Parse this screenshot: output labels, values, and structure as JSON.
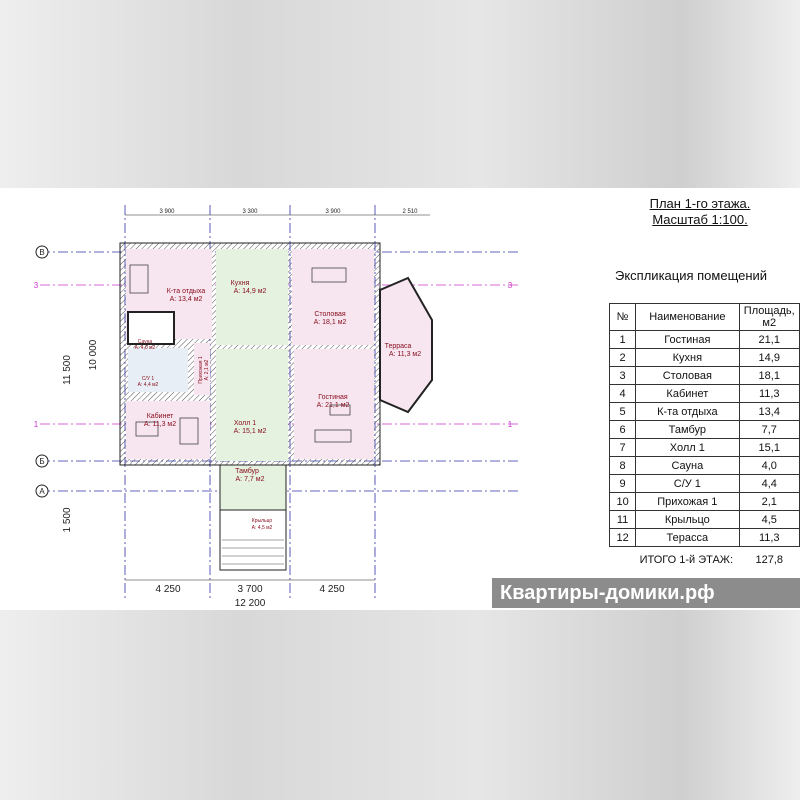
{
  "title": {
    "line1": "План 1-го этажа.",
    "line2": "Масштаб 1:100."
  },
  "explication": {
    "heading": "Экспликация помещений",
    "columns": [
      "№",
      "Наименование",
      "Площадь, м2"
    ],
    "rows": [
      {
        "n": "1",
        "name": "Гостиная",
        "area": "21,1"
      },
      {
        "n": "2",
        "name": "Кухня",
        "area": "14,9"
      },
      {
        "n": "3",
        "name": "Столовая",
        "area": "18,1"
      },
      {
        "n": "4",
        "name": "Кабинет",
        "area": "11,3"
      },
      {
        "n": "5",
        "name": "К-та отдыха",
        "area": "13,4"
      },
      {
        "n": "6",
        "name": "Тамбур",
        "area": "7,7"
      },
      {
        "n": "7",
        "name": "Холл 1",
        "area": "15,1"
      },
      {
        "n": "8",
        "name": "Сауна",
        "area": "4,0"
      },
      {
        "n": "9",
        "name": "С/У 1",
        "area": "4,4"
      },
      {
        "n": "10",
        "name": "Прихожая 1",
        "area": "2,1"
      },
      {
        "n": "11",
        "name": "Крыльцо",
        "area": "4,5"
      },
      {
        "n": "12",
        "name": "Терасса",
        "area": "11,3"
      }
    ],
    "total_label": "ИТОГО 1-й ЭТАЖ:",
    "total_value": "127,8"
  },
  "plan": {
    "rooms": {
      "rest": [
        "К-та отдыха",
        "A: 13,4 м2"
      ],
      "kitchen": [
        "Кухня",
        "A: 14,9 м2"
      ],
      "dining": [
        "Столовая",
        "A: 18,1 м2"
      ],
      "sauna": [
        "Сауна",
        "A: 4,0 м2"
      ],
      "wc": [
        "С/У 1",
        "A: 4,4 м2"
      ],
      "hallway": [
        "Прихожая 1",
        "A: 2,1 м2"
      ],
      "hall": [
        "Холл 1",
        "A: 15,1 м2"
      ],
      "living": [
        "Гостиная",
        "A: 21,1 м2"
      ],
      "office": [
        "Кабинет",
        "A: 11,3 м2"
      ],
      "vestibule": [
        "Тамбур",
        "A: 7,7 м2"
      ],
      "porch": [
        "Крыльцо",
        "A: 4,5 м2"
      ],
      "terrace": [
        "Терраса",
        "A: 11,3 м2"
      ]
    },
    "axes": [
      "В",
      "Б",
      "А",
      "3",
      "1"
    ],
    "dims_bottom": [
      "4 250",
      "3 700",
      "4 250",
      "12 200"
    ],
    "dims_left": [
      "11 500",
      "10 000",
      "1 500"
    ],
    "dims_top": [
      "3 900",
      "3 300",
      "3 900",
      "2 510"
    ]
  },
  "watermark": "Квартиры-домики.рф"
}
